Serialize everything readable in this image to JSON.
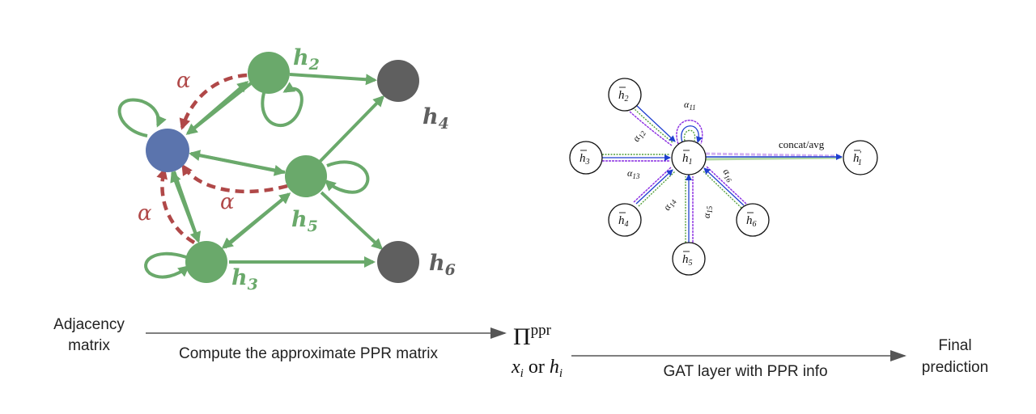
{
  "colors": {
    "green": "#6aa96b",
    "blue": "#5b74ad",
    "gray": "#5f5f5f",
    "red": "#b04848",
    "flow_arrow": "#555555",
    "gat_green": "#55a03c",
    "gat_purple": "#8a2be2",
    "gat_blue": "#1f3fd0"
  },
  "graph": {
    "node_labels": {
      "h2": "h",
      "h2_sub": "2",
      "h3": "h",
      "h3_sub": "3",
      "h4": "h",
      "h4_sub": "4",
      "h5": "h",
      "h5_sub": "5",
      "h6": "h",
      "h6_sub": "6"
    },
    "alpha_labels": [
      "α",
      "α",
      "α"
    ]
  },
  "gat": {
    "nodes": {
      "h1": "h",
      "h1_sub": "1",
      "h2": "h",
      "h2_sub": "2",
      "h3": "h",
      "h3_sub": "3",
      "h4": "h",
      "h4_sub": "4",
      "h5": "h",
      "h5_sub": "5",
      "h6": "h",
      "h6_sub": "6",
      "h1_out": "h",
      "h1_out_sub": "1",
      "h1_out_prime": "′"
    },
    "attention": {
      "a11": "11",
      "a12": "12",
      "a13": "13",
      "a14": "14",
      "a15": "15",
      "a16": "16",
      "alpha": "α"
    },
    "concat_label": "concat/avg"
  },
  "flow": {
    "input_line1": "Adjacency",
    "input_line2": "matrix",
    "step1_label": "Compute the approximate PPR matrix",
    "ppr_symbol": "Π",
    "ppr_sup": "ppr",
    "features": "x",
    "features_sub": "i",
    "features_or": " or ",
    "features_h": "h",
    "features_h_sub": "i",
    "step2_label": "GAT layer with PPR info",
    "output_line1": "Final",
    "output_line2": "prediction"
  }
}
